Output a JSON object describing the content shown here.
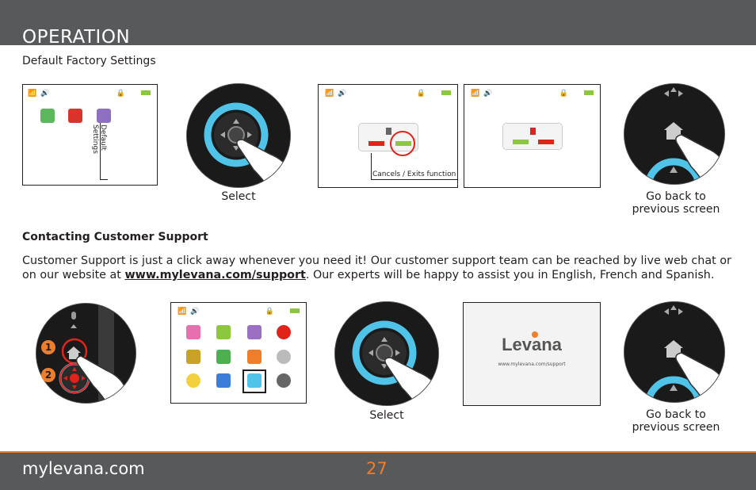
{
  "header": {
    "title": "OPERATION"
  },
  "section1": {
    "subtitle": "Default Factory Settings",
    "default_settings_label": "Default Settings",
    "cancels_label": "Cancels / Exits function",
    "select_caption": "Select",
    "back_caption_line1": "Go back to",
    "back_caption_line2": "previous screen"
  },
  "section2": {
    "heading": "Contacting Customer Support",
    "para_before": "Customer Support is just a click away whenever you need it! Our customer support team can be reached by live web chat or on our website at ",
    "link": "www.mylevana.com/support",
    "para_after": ". Our experts will be happy to assist you in English, French and Spanish.",
    "step1": "1",
    "step2": "2",
    "brand_logo": "Levana",
    "brand_url": "www.mylevana.com/support",
    "select_caption": "Select",
    "back_caption_line1": "Go back to",
    "back_caption_line2": "previous screen"
  },
  "footer": {
    "site": "mylevana.com",
    "page": "27"
  },
  "colors": {
    "header_bg": "#58595b",
    "accent_orange": "#ef7e2a",
    "ring_blue": "#4fc3e8",
    "alert_red": "#e2231a"
  }
}
